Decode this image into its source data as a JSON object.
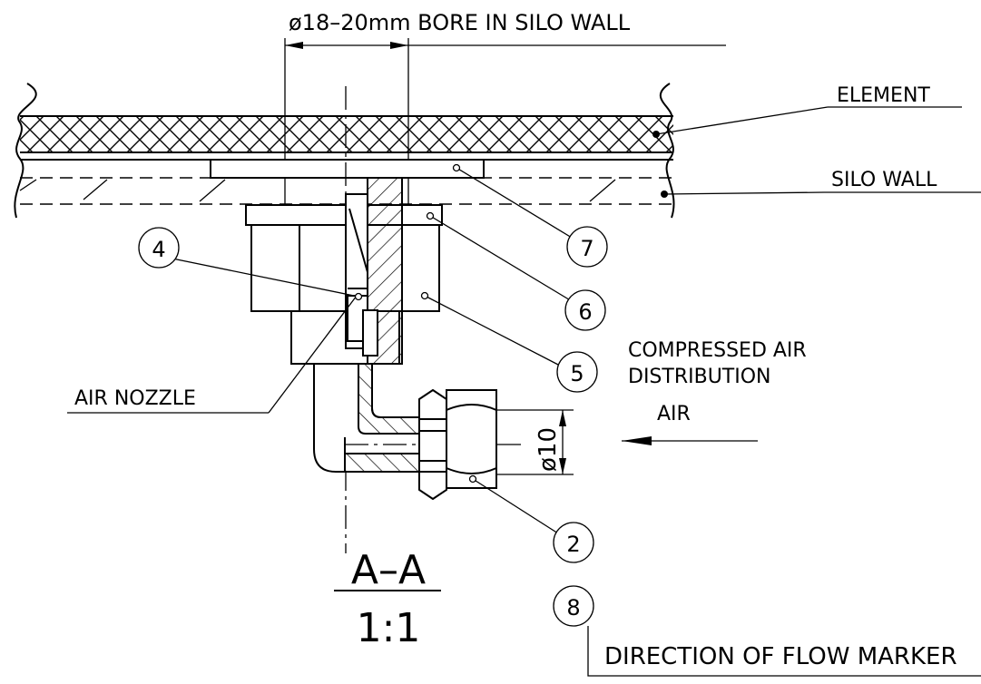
{
  "drawing": {
    "bore_label": "ø18–20mm BORE IN SILO WALL",
    "element_label": "ELEMENT",
    "silo_wall_label": "SILO WALL",
    "air_nozzle_label": "AIR NOZZLE",
    "compressed_air_line1": "COMPRESSED AIR",
    "compressed_air_line2": "DISTRIBUTION",
    "air_label": "AIR",
    "diameter_label": "ø10",
    "flow_marker_label": "DIRECTION OF FLOW MARKER",
    "section_label": "A–A",
    "scale_label": "1:1",
    "balloons": [
      "4",
      "7",
      "6",
      "5",
      "2",
      "8"
    ]
  }
}
